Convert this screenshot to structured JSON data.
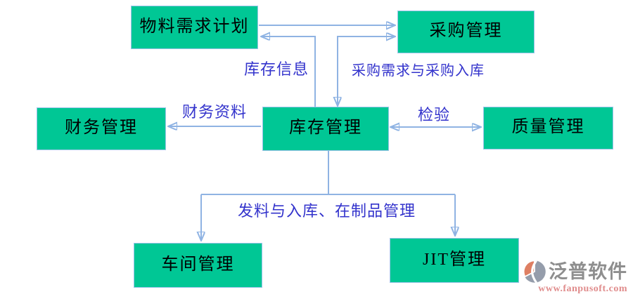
{
  "diagram": {
    "nodes": {
      "mrp": {
        "label": "物料需求计划"
      },
      "purchasing": {
        "label": "采购管理"
      },
      "finance": {
        "label": "财务管理"
      },
      "inventory": {
        "label": "库存管理"
      },
      "quality": {
        "label": "质量管理"
      },
      "workshop": {
        "label": "车间管理"
      },
      "jit": {
        "label": "JIT管理"
      }
    },
    "edge_labels": {
      "inventory_info": {
        "label": "库存信息"
      },
      "purchase_flow": {
        "label": "采购需求与采购入库"
      },
      "finance_data": {
        "label": "财务资料"
      },
      "inspection": {
        "label": "检验"
      },
      "material_flow": {
        "label": "发料与入库、在制品管理"
      }
    },
    "colors": {
      "node_fill": "#00C795",
      "node_border": "#9CC3E8",
      "node_text": "#000000",
      "arrow": "#8FB3E3",
      "edge_label_text": "#3333CC",
      "brand_gray": "#8E8E8E",
      "brand_salmon": "#E08C8C"
    }
  },
  "watermark": {
    "brand": "泛普软件",
    "url": "www.fanpusoft.com"
  }
}
